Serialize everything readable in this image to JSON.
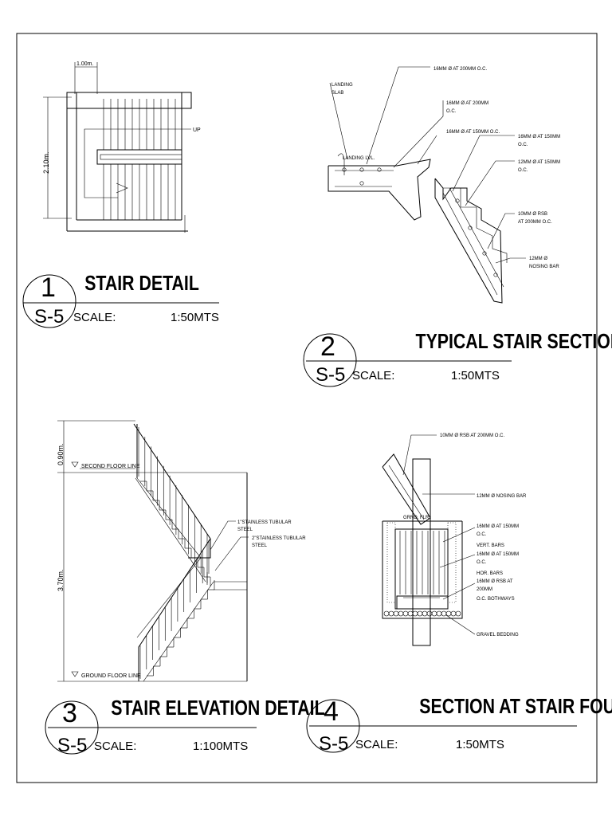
{
  "details": [
    {
      "number": "1",
      "sheet": "S-5",
      "title": "STAIR DETAIL",
      "scale_label": "SCALE:",
      "scale_value": "1:50MTS",
      "dims": {
        "width": "1.00m.",
        "length": "2.10m."
      },
      "labels": {
        "up": "UP"
      }
    },
    {
      "number": "2",
      "sheet": "S-5",
      "title": "TYPICAL STAIR SECTION",
      "scale_label": "SCALE:",
      "scale_value": "1:50MTS",
      "labels": {
        "landing_slab_1": "LANDING",
        "landing_slab_2": "SLAB",
        "landing_lvl": "LANDING LVL.",
        "bar_1": "16MM Ø AT 200MM O.C.",
        "bar_2a": "16MM   Ø   AT   200MM",
        "bar_2b": "O.C.",
        "bar_3": "16MM Ø AT 150MM O.C.",
        "bar_4a": "16MM  Ø  AT  150MM",
        "bar_4b": "O.C.",
        "bar_5a": "12MM  Ø  AT  150MM",
        "bar_5b": "O.C.",
        "bar_6a": "10MM Ø RSB",
        "bar_6b": "AT 200MM O.C.",
        "bar_7a": "12MM Ø",
        "bar_7b": "NOSING BAR"
      }
    },
    {
      "number": "3",
      "sheet": "S-5",
      "title": "STAIR ELEVATION DETAIL",
      "scale_label": "SCALE:",
      "scale_value": "1:100MTS",
      "dims": {
        "rail": "0.90m.",
        "height": "3.70m."
      },
      "labels": {
        "second_floor": "SECOND FLOOR LINE",
        "ground_floor": "GROUND FLOOR LINE",
        "rail_1a": "1\"STAINLESS TUBULAR",
        "rail_1b": "STEEL",
        "rail_2a": "2\"STAINLESS TUBULAR",
        "rail_2b": "STEEL"
      }
    },
    {
      "number": "4",
      "sheet": "S-5",
      "title": "SECTION AT STAIR FOUNDATION",
      "scale_label": "SCALE:",
      "scale_value": "1:50MTS",
      "labels": {
        "rsb_top": "10MM Ø RSB AT 200MM O.C.",
        "nosing": "12MM Ø NOSING BAR",
        "grnd_flr": "GRND. FLR.",
        "vert_1": "16MM   Ø   AT   150MM",
        "vert_2": "O.C.",
        "vert_3": "VERT. BARS",
        "hor_1": "16MM   Ø   AT   150MM",
        "hor_2": "O.C.",
        "hor_3": "HOR. BARS",
        "both_1": "16MM   Ø   RSB   AT",
        "both_2": "200MM",
        "both_3": "O.C. BOTHWAYS",
        "gravel": "GRAVEL BEDDING"
      }
    }
  ]
}
